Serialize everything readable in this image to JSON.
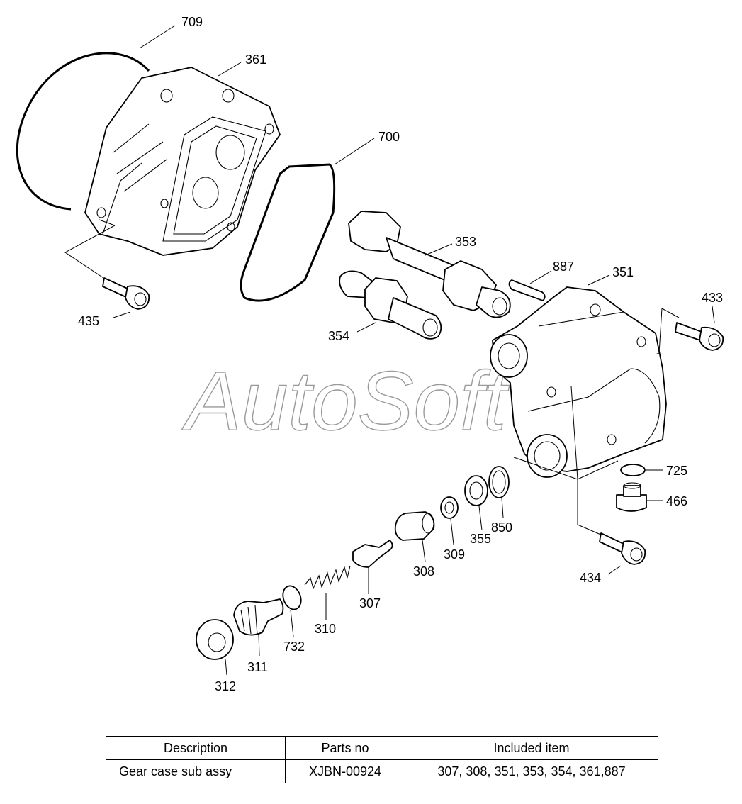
{
  "watermark": "AutoSoft",
  "callouts": {
    "c709": "709",
    "c361": "361",
    "c700": "700",
    "c353": "353",
    "c887": "887",
    "c351": "351",
    "c433": "433",
    "c354": "354",
    "c435": "435",
    "c725": "725",
    "c466": "466",
    "c850": "850",
    "c355": "355",
    "c309": "309",
    "c308": "308",
    "c434": "434",
    "c307": "307",
    "c310": "310",
    "c732": "732",
    "c311": "311",
    "c312": "312"
  },
  "table": {
    "headers": [
      "Description",
      "Parts no",
      "Included item"
    ],
    "rows": [
      [
        "Gear case sub assy",
        "XJBN-00924",
        "307, 308, 351, 353, 354, 361,887"
      ]
    ]
  }
}
